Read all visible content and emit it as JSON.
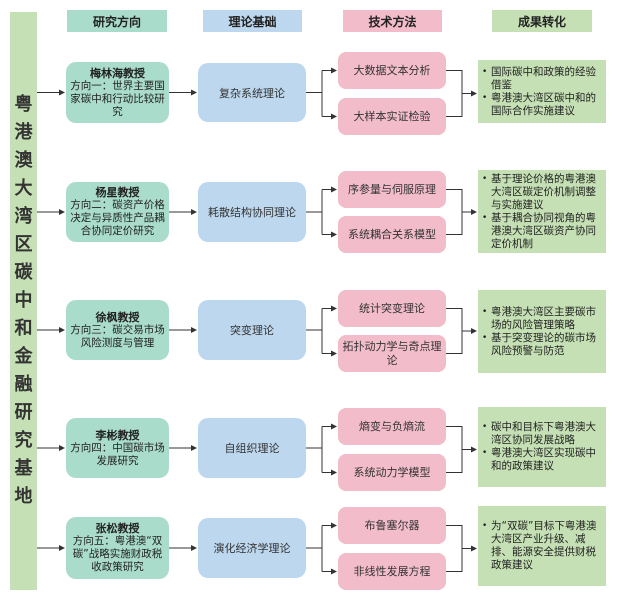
{
  "title": "粤港澳大湾区碳中和金融研究基地",
  "headers": {
    "direction": "研究方向",
    "theory": "理论基础",
    "method": "技术方法",
    "result": "成果转化"
  },
  "colors": {
    "direction": "#a9dccb",
    "theory": "#bdd7ee",
    "method": "#f2bccb",
    "result": "#c5e0b4",
    "title_bar": "#c5e0b4"
  },
  "rows": [
    {
      "professor": "梅林海教授",
      "direction": "方向一：世界主要国家碳中和行动比较研究",
      "theory": "复杂系统理论",
      "methods": [
        "大数据文本分析",
        "大样本实证检验"
      ],
      "results": [
        "国际碳中和政策的经验借鉴",
        "粤港澳大湾区碳中和的国际合作实施建议"
      ]
    },
    {
      "professor": "杨星教授",
      "direction": "方向二：碳资产价格决定与异质性产品耦合协同定价研究",
      "theory": "耗散结构协同理论",
      "methods": [
        "序参量与伺服原理",
        "系统耦合关系模型"
      ],
      "results": [
        "基于理论价格的粤港澳大湾区碳定价机制调整与实施建议",
        "基于耦合协同视角的粤港澳大湾区碳资产协同定价机制"
      ]
    },
    {
      "professor": "徐枫教授",
      "direction": "方向三：碳交易市场风险测度与管理",
      "theory": "突变理论",
      "methods": [
        "统计突变理论",
        "拓扑动力学与奇点理论"
      ],
      "results": [
        "粤港澳大湾区主要碳市场的风险管理策略",
        "基于突变理论的碳市场风险预警与防范"
      ]
    },
    {
      "professor": "李彬教授",
      "direction": "方向四：中国碳市场发展研究",
      "theory": "自组织理论",
      "methods": [
        "熵变与负熵流",
        "系统动力学模型"
      ],
      "results": [
        "碳中和目标下粤港澳大湾区协同发展战略",
        "粤港澳大湾区实现碳中和的政策建议"
      ]
    },
    {
      "professor": "张松教授",
      "direction": "方向五：粤港澳“双碳”战略实施财政税收政策研究",
      "theory": "演化经济学理论",
      "methods": [
        "布鲁塞尔器",
        "非线性发展方程"
      ],
      "results": [
        "为“双碳”目标下粤港澳大湾区产业升级、减排、能源安全提供财税政策建议"
      ]
    }
  ]
}
